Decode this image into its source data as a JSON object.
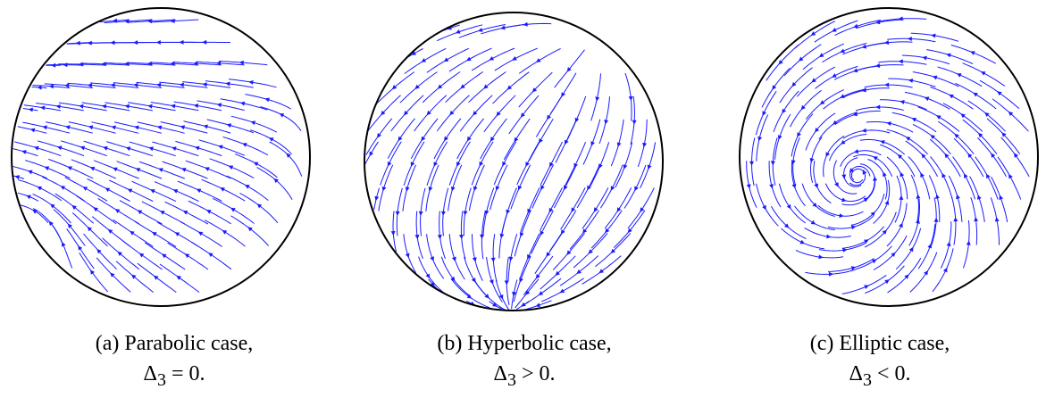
{
  "panels": [
    {
      "label": "(a) Parabolic case,",
      "condition": {
        "symbol": "Δ",
        "subscript": "3",
        "relation": "=",
        "value": "0."
      },
      "stroke_color": "#1a1aff"
    },
    {
      "label": "(b) Hyperbolic case,",
      "condition": {
        "symbol": "Δ",
        "subscript": "3",
        "relation": ">",
        "value": "0."
      },
      "stroke_color": "#1a1aff"
    },
    {
      "label": "(c) Elliptic case,",
      "condition": {
        "symbol": "Δ",
        "subscript": "3",
        "relation": "<",
        "value": "0."
      },
      "stroke_color": "#1a1aff"
    }
  ]
}
